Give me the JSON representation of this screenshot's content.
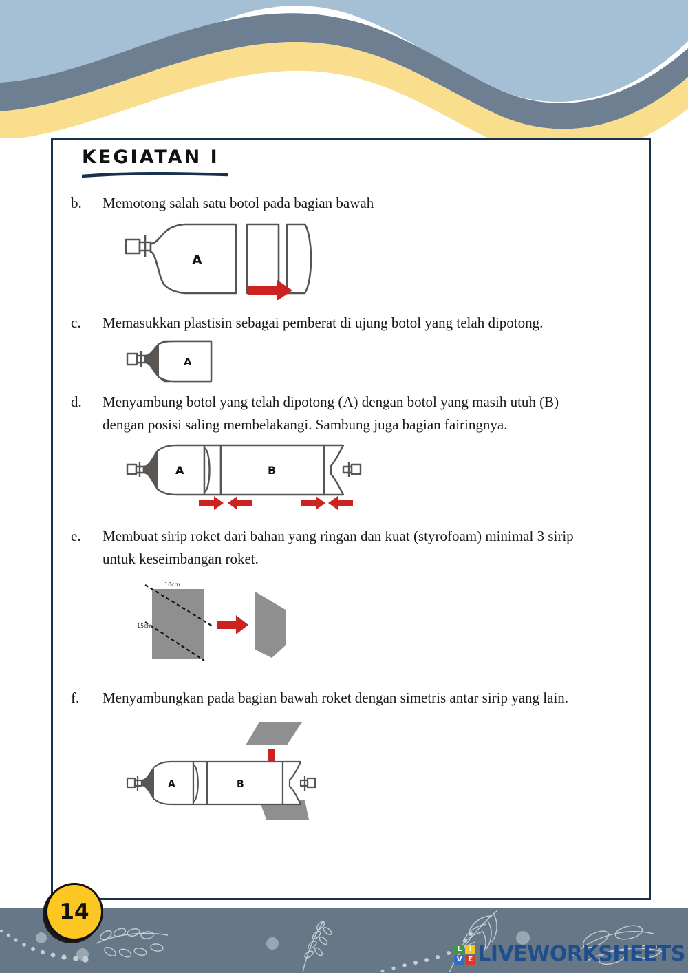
{
  "document": {
    "title": "KEGIATAN I",
    "page_number": "14"
  },
  "theme": {
    "wave_blue": "#A5C0D5",
    "wave_slate": "#6D7F90",
    "wave_yellow": "#F8DE8D",
    "frame_border": "#17314e",
    "band_slate": "#667787",
    "badge_yellow": "#FDC723",
    "arrow_red": "#CC2222",
    "bottle_outline": "#555555",
    "styrofoam_gray": "#8F8F8F",
    "logo_blue": "#1F4E8C"
  },
  "steps": [
    {
      "letter": "b.",
      "text": "Memotong salah satu botol pada bagian bawah",
      "text_line2": "",
      "figure": "bottle-cut-diagram"
    },
    {
      "letter": "c.",
      "text": "Memasukkan plastisin sebagai pemberat di ujung botol yang telah dipotong.",
      "text_line2": "",
      "figure": "bottle-plastisin-diagram"
    },
    {
      "letter": "d.",
      "text": "Menyambung botol yang telah dipotong (A) dengan botol yang masih utuh (B)",
      "text_line2": "dengan posisi saling membelakangi. Sambung juga bagian fairingnya.",
      "figure": "joined-bottles-diagram"
    },
    {
      "letter": "e.",
      "text": "Membuat sirip roket dari bahan yang ringan dan kuat (styrofoam) minimal 3 sirip",
      "text_line2": "untuk keseimbangan roket.",
      "figure": "styrofoam-fin-diagram"
    },
    {
      "letter": "f.",
      "text": "Menyambungkan pada bagian bawah roket dengan simetris antar sirip yang lain.",
      "text_line2": "",
      "figure": "rocket-with-fins-diagram"
    }
  ],
  "figures": {
    "bottle_cut": {
      "bottle_label": "A"
    },
    "bottle_plastisin": {
      "bottle_label": "A"
    },
    "joined_bottles": {
      "label_a": "A",
      "label_b": "B"
    },
    "styrofoam": {
      "width_label": "10cm",
      "height_label": "15cm"
    },
    "rocket_fins": {
      "label_a": "A",
      "label_b": "B"
    }
  },
  "footer": {
    "logo_cubes": [
      {
        "letter": "L",
        "color": "#3C9B3C"
      },
      {
        "letter": "I",
        "color": "#F5C518"
      },
      {
        "letter": "V",
        "color": "#2F6FC4"
      },
      {
        "letter": "E",
        "color": "#D63A2F"
      }
    ],
    "logo_text": "LIVEWORKSHEETS"
  }
}
